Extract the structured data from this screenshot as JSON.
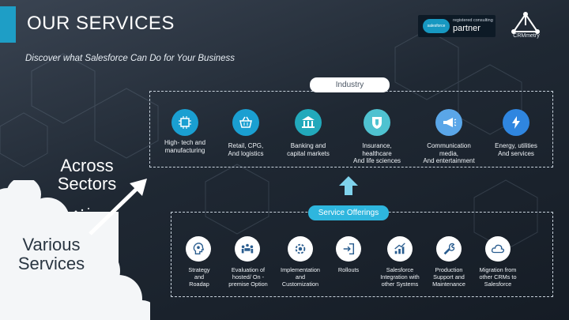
{
  "header": {
    "title": "OUR SERVICES",
    "subtitle": "Discover what Salesforce Can Do for Your Business",
    "badge": {
      "brand": "salesforce",
      "line1": "registered consulting",
      "line2": "partner"
    },
    "logo_text": "CRMmetry"
  },
  "industry": {
    "label": "Industry",
    "items": [
      {
        "line1": "High- tech and",
        "line2": "manufacturing",
        "line3": "",
        "icon": "chip-icon",
        "color": "#1a9fd1"
      },
      {
        "line1": "Retail, CPG,",
        "line2": "And logistics",
        "line3": "",
        "icon": "basket-icon",
        "color": "#1a9fd1"
      },
      {
        "line1": "Banking and",
        "line2": "capital markets",
        "line3": "",
        "icon": "bank-icon",
        "color": "#22a9bb"
      },
      {
        "line1": "Insurance,",
        "line2": "healthcare",
        "line3": "And life sciences",
        "icon": "shield-icon",
        "color": "#4fc2d0"
      },
      {
        "line1": "Communication",
        "line2": "media,",
        "line3": "And entertainment",
        "icon": "megaphone-icon",
        "color": "#5aa6e8"
      },
      {
        "line1": "Energy, utilities",
        "line2": "And services",
        "line3": "",
        "icon": "bolt-icon",
        "color": "#2f86e0"
      }
    ]
  },
  "services": {
    "label": "Service Offerings",
    "items": [
      {
        "line1": "Strategy",
        "line2": "and",
        "line3": "Roadap",
        "icon": "head-gear-icon"
      },
      {
        "line1": "Evaluation of",
        "line2": "hosted/ On -",
        "line3": "premise Option",
        "icon": "meeting-icon"
      },
      {
        "line1": "Implementation",
        "line2": "and",
        "line3": "Customization",
        "icon": "cogs-icon"
      },
      {
        "line1": "Rollouts",
        "line2": "",
        "line3": "",
        "icon": "login-icon"
      },
      {
        "line1": "Salesforce",
        "line2": "Integration with",
        "line3": "other Systems",
        "icon": "chart-up-icon"
      },
      {
        "line1": "Production",
        "line2": "Support and",
        "line3": "Maintenance",
        "icon": "wrench-icon"
      },
      {
        "line1": "Migration from",
        "line2": "other CRMs to",
        "line3": "Salesforce",
        "icon": "cloud-icon"
      }
    ]
  },
  "callouts": {
    "across_line1": "Across",
    "across_line2": "Sectors",
    "various_line1": "Various",
    "various_line2": "Services"
  },
  "colors": {
    "accent": "#1e9ec6",
    "pill_service": "#2eb6de"
  }
}
